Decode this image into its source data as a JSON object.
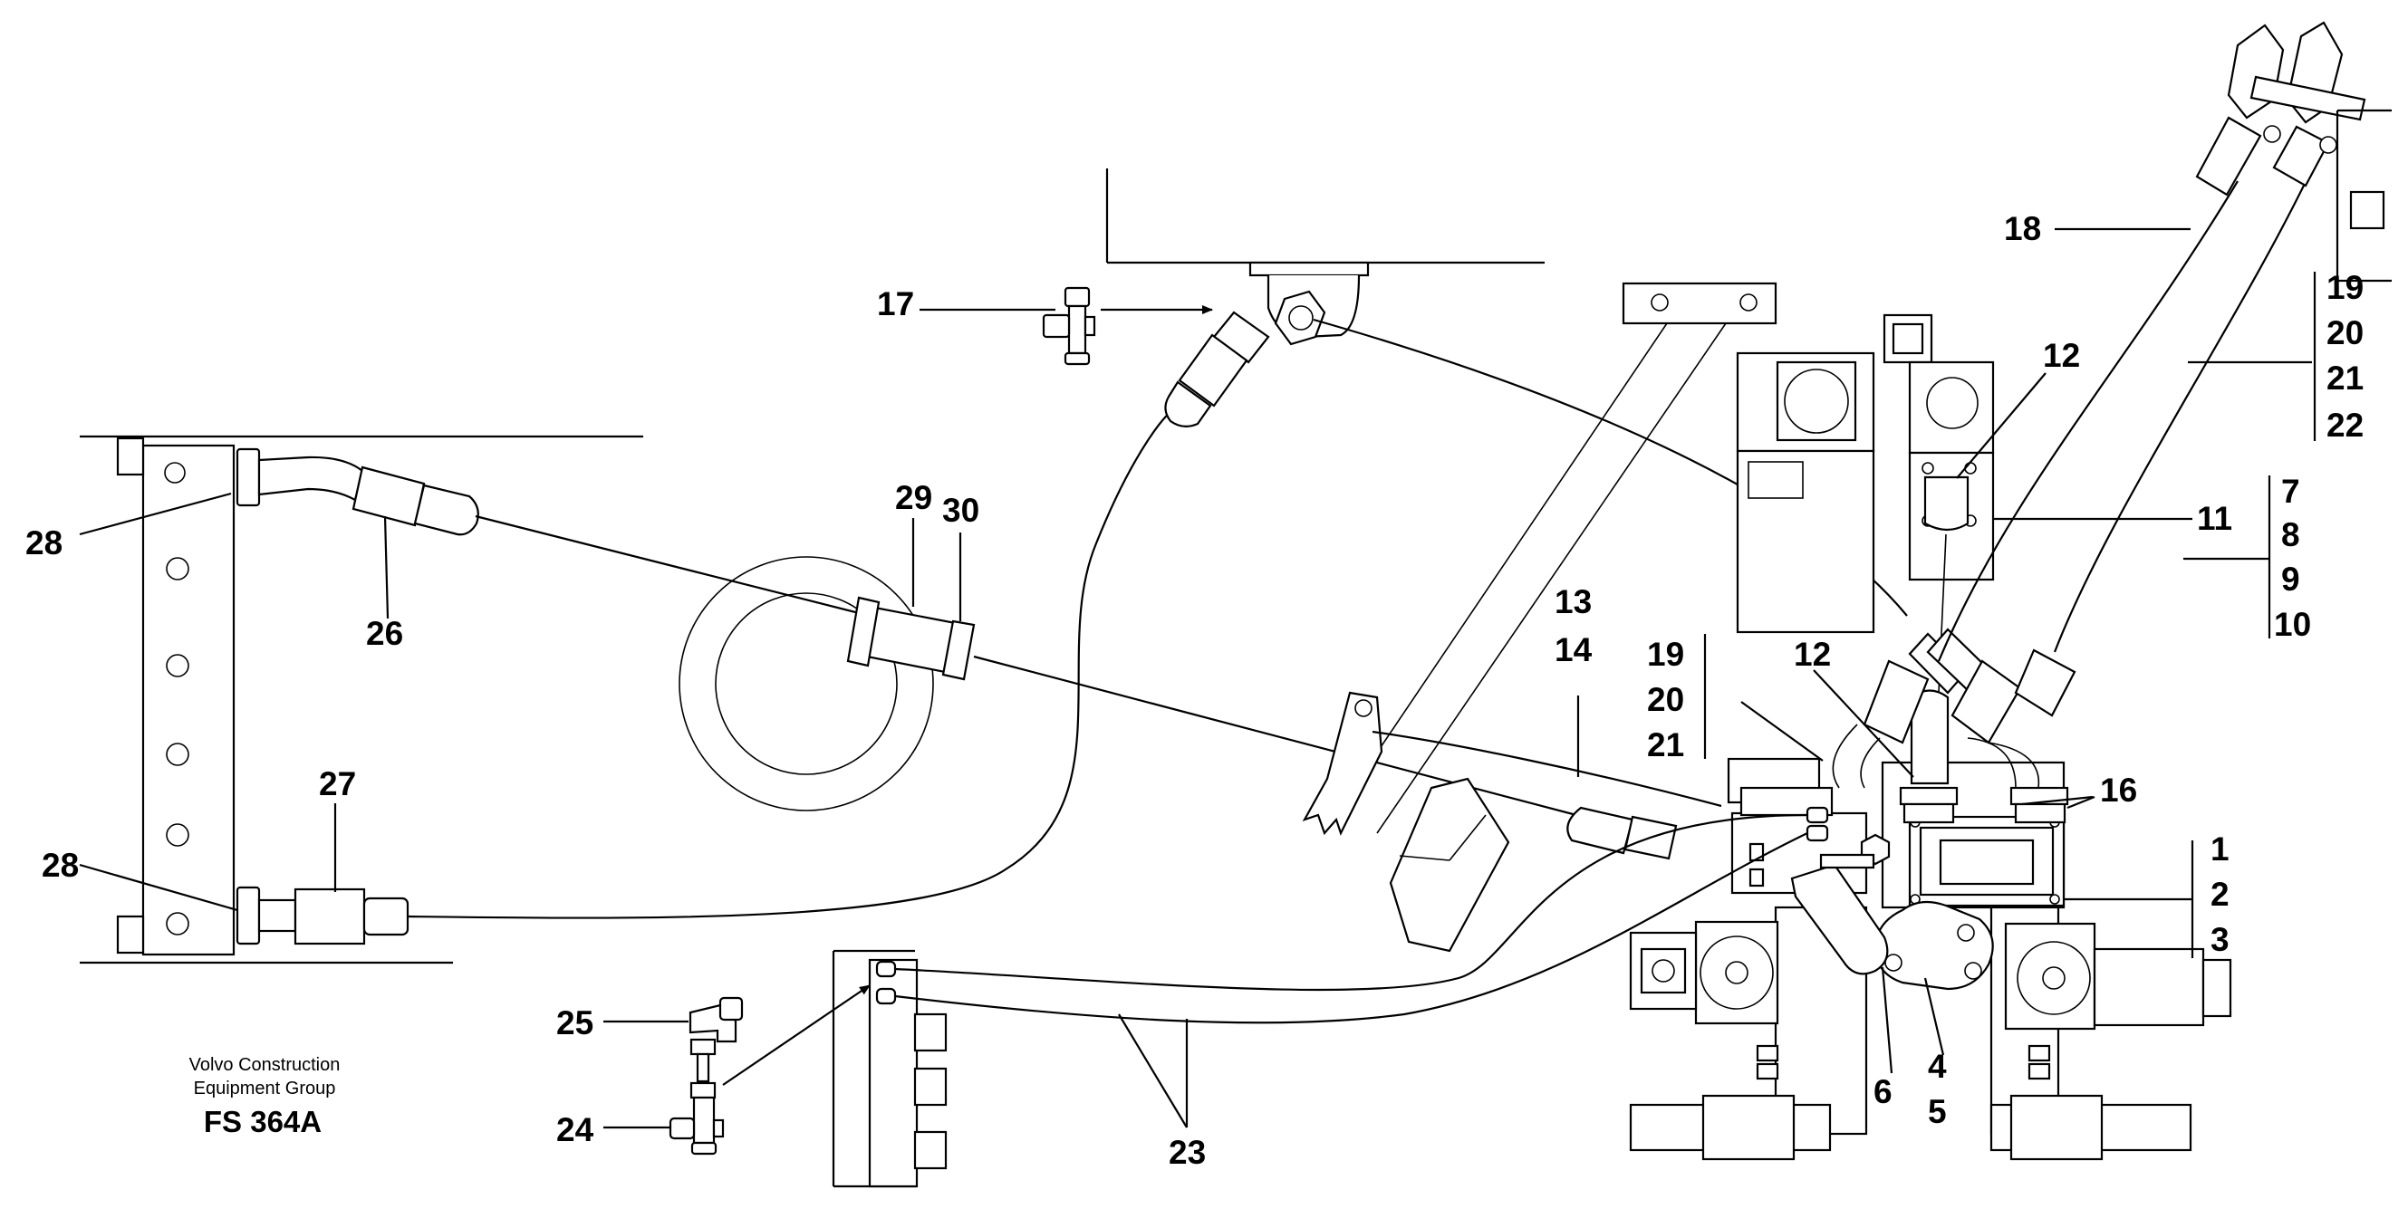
{
  "diagram": {
    "brand_line1": "Volvo Construction",
    "brand_line2": "Equipment Group",
    "figure_code": "FS 364A",
    "callouts": [
      {
        "id": "c17",
        "text": "17"
      },
      {
        "id": "c28a",
        "text": "28"
      },
      {
        "id": "c26",
        "text": "26"
      },
      {
        "id": "c29",
        "text": "29"
      },
      {
        "id": "c30",
        "text": "30"
      },
      {
        "id": "c27",
        "text": "27"
      },
      {
        "id": "c28b",
        "text": "28"
      },
      {
        "id": "c25",
        "text": "25"
      },
      {
        "id": "c24",
        "text": "24"
      },
      {
        "id": "c23",
        "text": "23"
      },
      {
        "id": "c13",
        "text": "13"
      },
      {
        "id": "c14",
        "text": "14"
      },
      {
        "id": "c19a",
        "text": "19"
      },
      {
        "id": "c20a",
        "text": "20"
      },
      {
        "id": "c21a",
        "text": "21"
      },
      {
        "id": "c12a",
        "text": "12"
      },
      {
        "id": "c12b",
        "text": "12"
      },
      {
        "id": "c11",
        "text": "11"
      },
      {
        "id": "c16",
        "text": "16"
      },
      {
        "id": "c18",
        "text": "18"
      },
      {
        "id": "c19b",
        "text": "19"
      },
      {
        "id": "c20b",
        "text": "20"
      },
      {
        "id": "c21b",
        "text": "21"
      },
      {
        "id": "c22",
        "text": "22"
      },
      {
        "id": "c7",
        "text": "7"
      },
      {
        "id": "c8",
        "text": "8"
      },
      {
        "id": "c9",
        "text": "9"
      },
      {
        "id": "c10",
        "text": "10"
      },
      {
        "id": "c1",
        "text": "1"
      },
      {
        "id": "c2",
        "text": "2"
      },
      {
        "id": "c3",
        "text": "3"
      },
      {
        "id": "c6",
        "text": "6"
      },
      {
        "id": "c4",
        "text": "4"
      },
      {
        "id": "c5",
        "text": "5"
      }
    ]
  }
}
